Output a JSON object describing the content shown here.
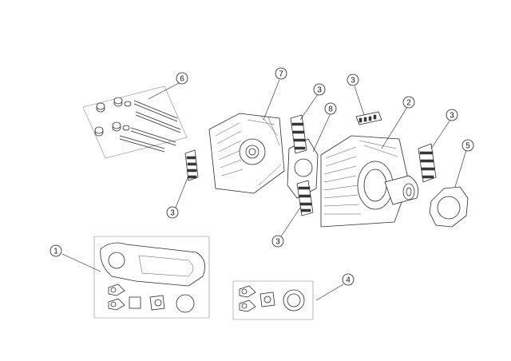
{
  "diagram": {
    "callouts": [
      {
        "id": "c1",
        "label": "1"
      },
      {
        "id": "c2",
        "label": "2"
      },
      {
        "id": "c3a",
        "label": "3"
      },
      {
        "id": "c3b",
        "label": "3"
      },
      {
        "id": "c3c",
        "label": "3"
      },
      {
        "id": "c3d",
        "label": "3"
      },
      {
        "id": "c3e",
        "label": "3"
      },
      {
        "id": "c4",
        "label": "4"
      },
      {
        "id": "c5",
        "label": "5"
      },
      {
        "id": "c6",
        "label": "6"
      },
      {
        "id": "c7",
        "label": "7"
      },
      {
        "id": "c8",
        "label": "8"
      }
    ]
  }
}
